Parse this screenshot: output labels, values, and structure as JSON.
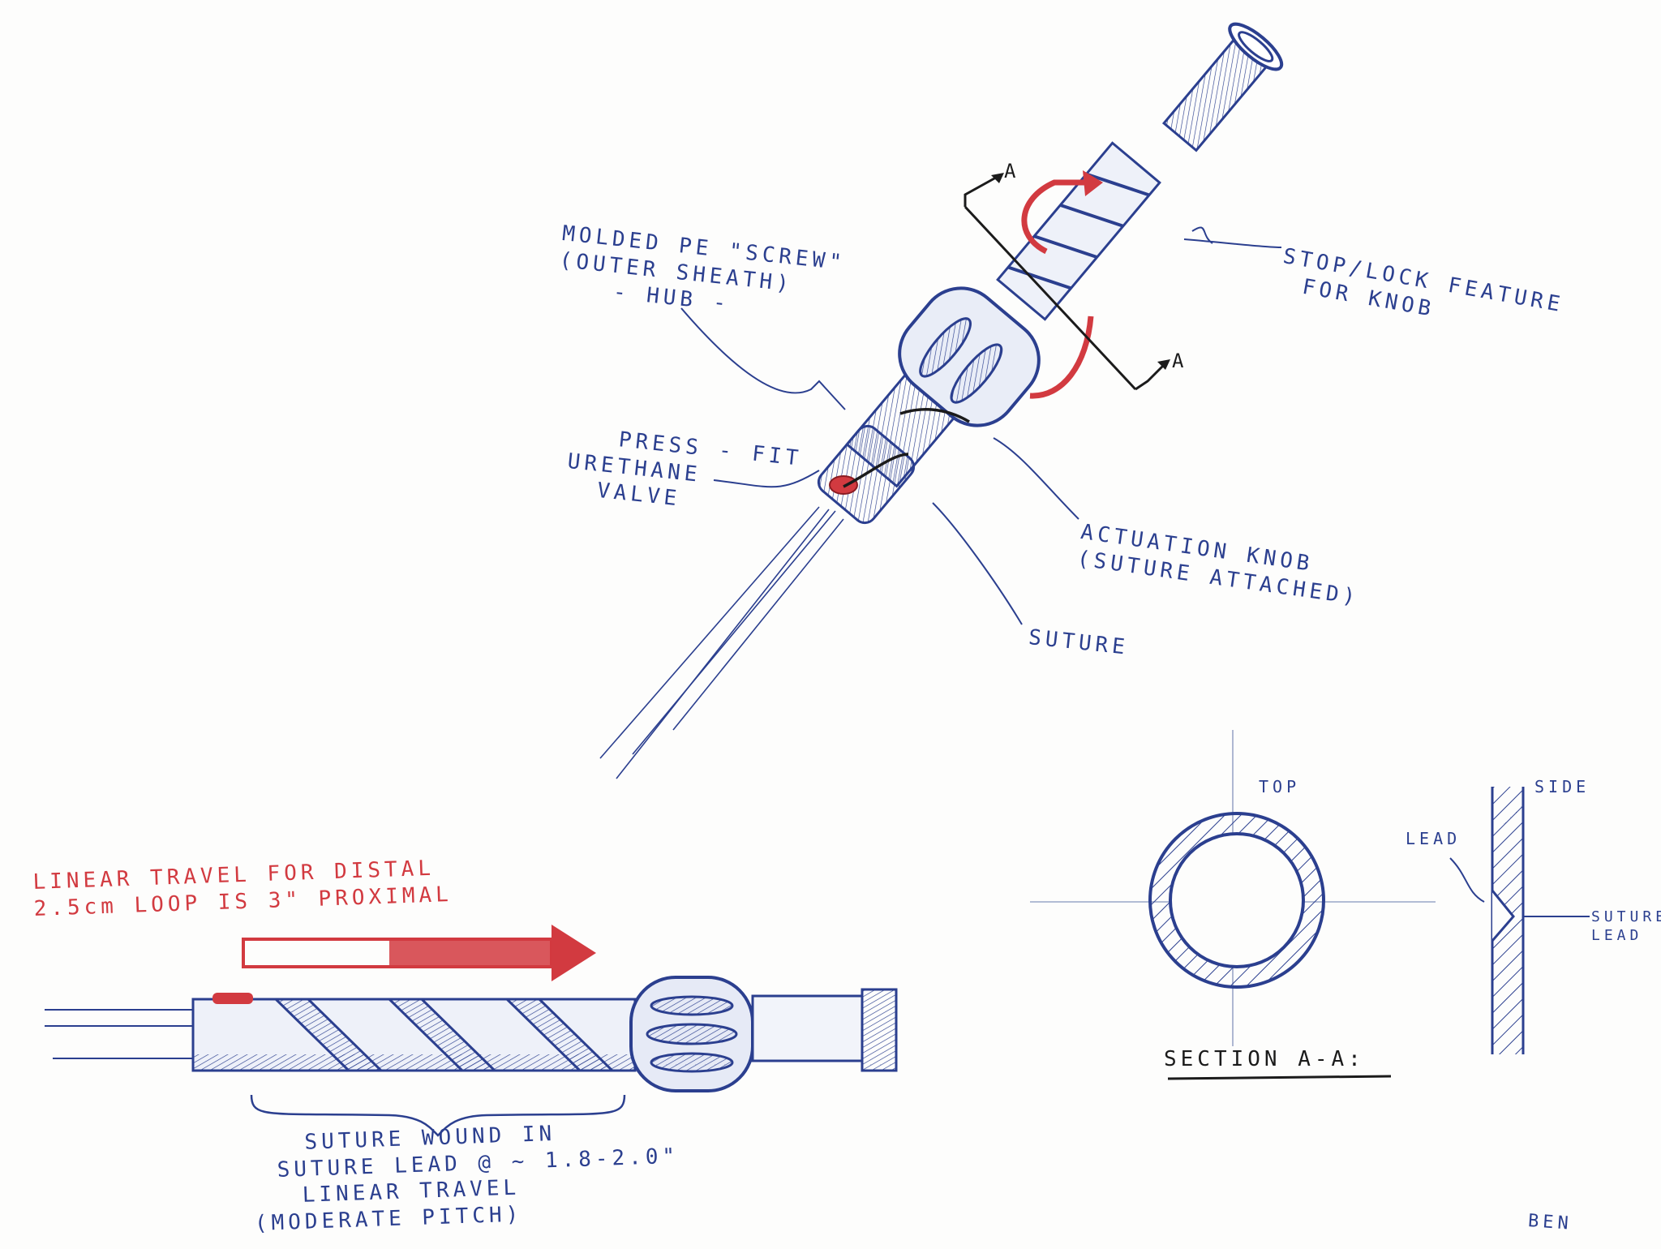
{
  "labels": {
    "hub": [
      "MOLDED PE \"SCREW\"",
      "(OUTER SHEATH)",
      "- HUB -"
    ],
    "stop_lock": [
      "STOP/LOCK FEATURE",
      "FOR KNOB"
    ],
    "valve": [
      "PRESS - FIT",
      "URETHANE",
      "VALVE"
    ],
    "knob": [
      "ACTUATION KNOB",
      "(SUTURE ATTACHED)"
    ],
    "suture": "SUTURE",
    "section_marker": "A",
    "linear_travel": [
      "LINEAR TRAVEL FOR DISTAL",
      "2.5cm LOOP  IS  3\" PROXIMAL"
    ],
    "suture_wound": [
      "SUTURE  WOUND IN",
      "SUTURE LEAD @ ~ 1.8-2.0\"",
      "LINEAR  TRAVEL",
      "(MODERATE PITCH)"
    ],
    "top": "TOP",
    "side": "SIDE",
    "lead": "LEAD",
    "suture_lead": [
      "SUTURE",
      "LEAD"
    ],
    "section_title": "SECTION A-A:",
    "signature": "BEN"
  },
  "colors": {
    "ink_blue": "#2b3f8f",
    "ink_red": "#d23a40",
    "ink_black": "#1b1b1b",
    "paper": "#fdfdfc"
  }
}
